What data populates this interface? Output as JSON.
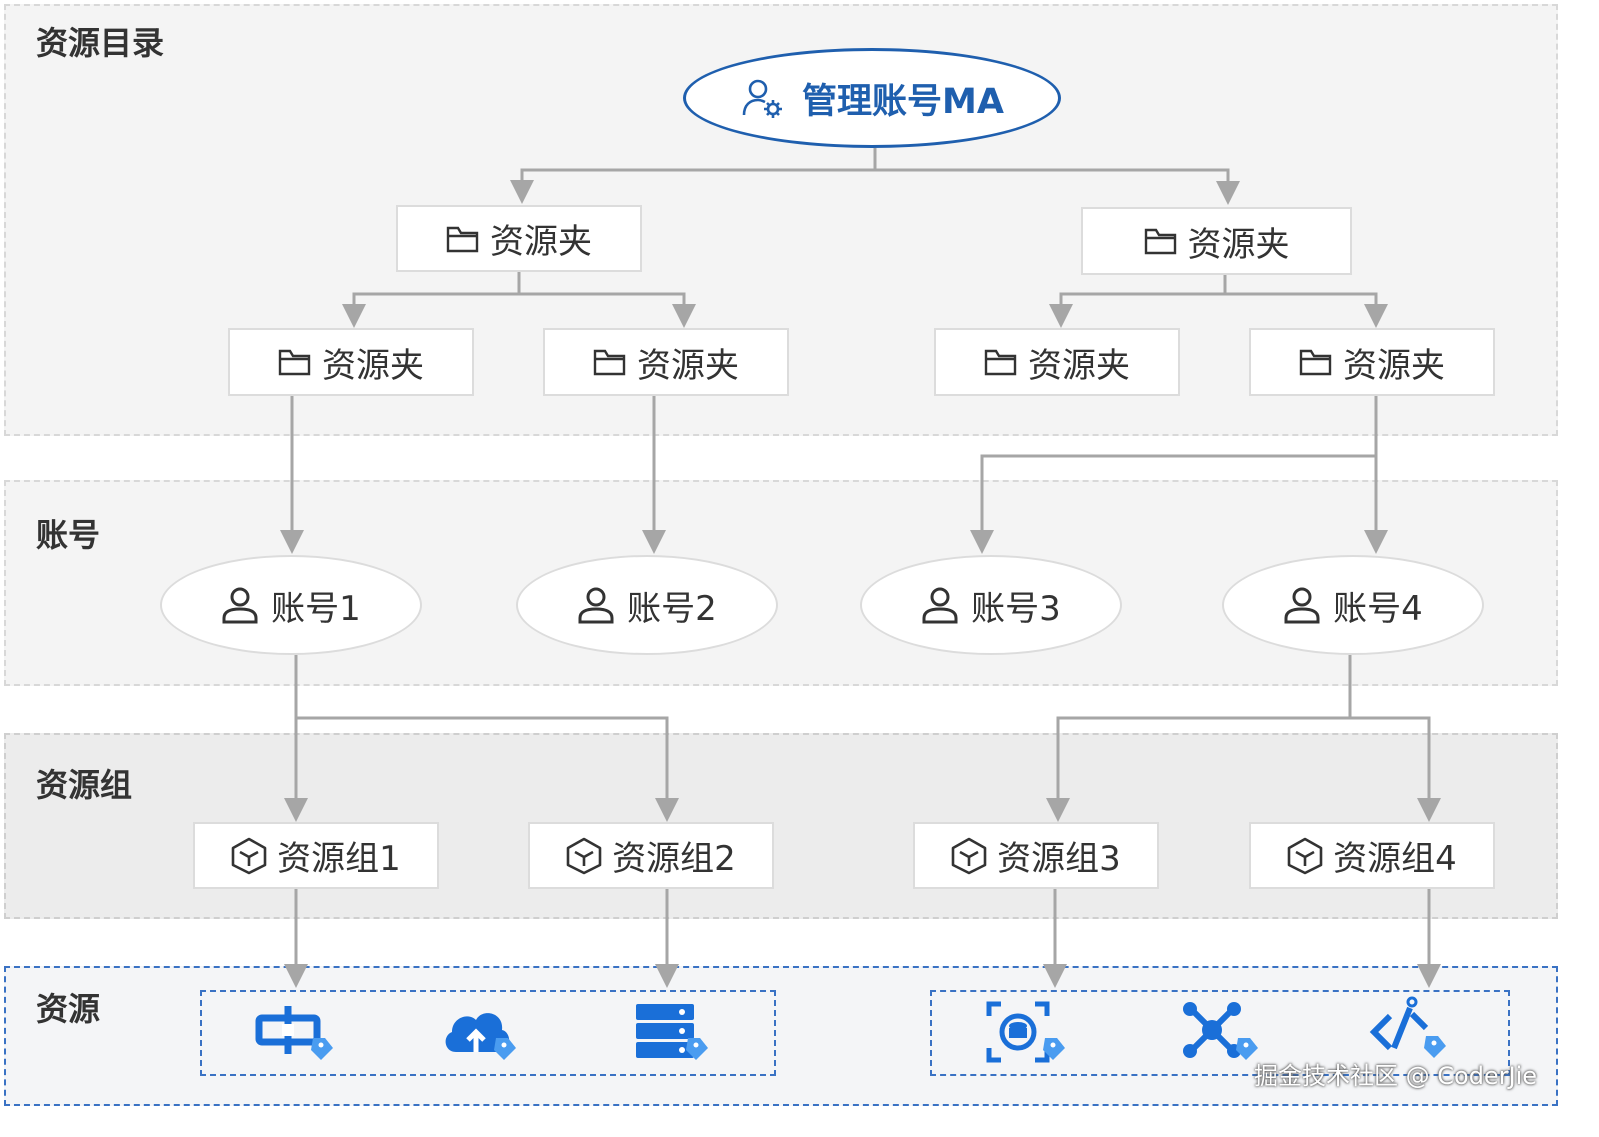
{
  "bands": {
    "catalog": "资源目录",
    "accounts": "账号",
    "resource_groups": "资源组",
    "resources": "资源"
  },
  "management_account": "管理账号MA",
  "folders": {
    "top_left": "资源夹",
    "top_right": "资源夹",
    "sub_1": "资源夹",
    "sub_2": "资源夹",
    "sub_3": "资源夹",
    "sub_4": "资源夹"
  },
  "accounts": [
    "账号1",
    "账号2",
    "账号3",
    "账号4"
  ],
  "resource_groups": [
    "资源组1",
    "资源组2",
    "资源组3",
    "资源组4"
  ],
  "resource_icons": [
    "network-icon",
    "cloud-upload-icon",
    "server-icon",
    "database-scan-icon",
    "network-hub-icon",
    "api-gateway-icon"
  ],
  "colors": {
    "accent": "#1f5fae",
    "icon_blue": "#1a6fd8",
    "connector": "#a6a6a6"
  },
  "watermark": "掘金技术社区 @ CoderJie"
}
